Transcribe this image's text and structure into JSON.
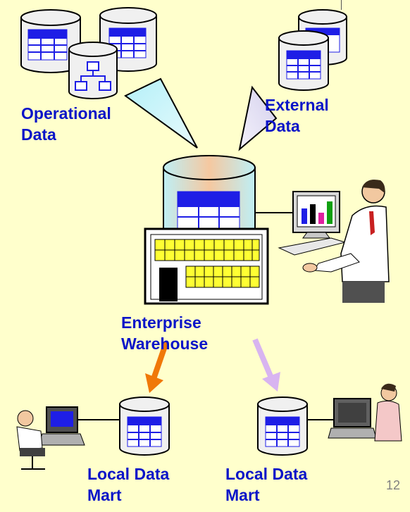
{
  "labels": {
    "operational": [
      "Operational",
      "Data"
    ],
    "external": [
      "External",
      "Data"
    ],
    "warehouse": [
      "Enterprise",
      "Warehouse"
    ],
    "mart_left": [
      "Local Data",
      "Mart"
    ],
    "mart_right": [
      "Local Data",
      "Mart"
    ]
  },
  "page_number": "12",
  "colors": {
    "background": "#FFFFCC",
    "label_text": "#0A14C8",
    "table_blue": "#1E1EE6",
    "cylinder_fill": "#F0F0F0",
    "warehouse_cyl": "#BEEFF5",
    "warehouse_glow": "#F5C8A0",
    "building_windows": "#FFFF33",
    "arrow_orange": "#F07808",
    "arrow_lavender": "#D8B4F0",
    "funnel_cyan": "#B4F0F8",
    "funnel_lavender": "#D4D0EC"
  },
  "icons": [
    "database-icon",
    "org-chart-icon",
    "building-icon",
    "computer-icon",
    "bar-chart-icon",
    "person-icon"
  ]
}
